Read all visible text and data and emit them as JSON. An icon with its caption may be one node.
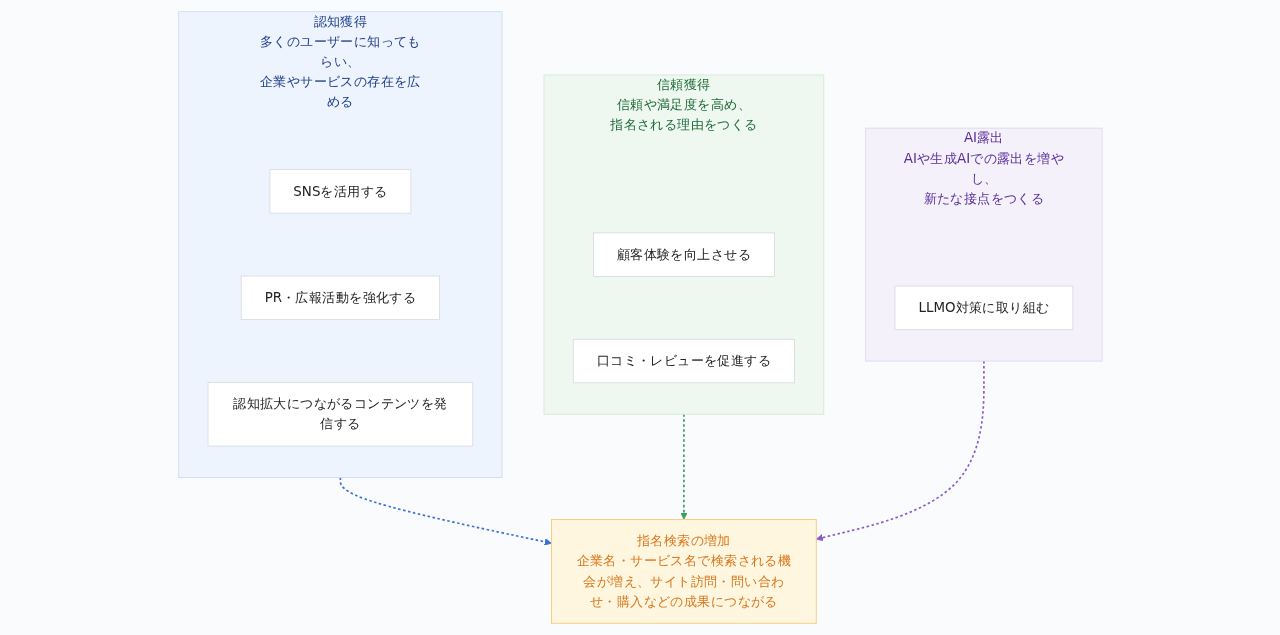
{
  "diagram": {
    "nodes": [
      {
        "text": [
          "認知獲得",
          "多くのユーザーに知ってもらい、企業やサービスの存在を広める"
        ]
      },
      {
        "text": [
          "SNSを活用する"
        ],
        "in": 0
      },
      {
        "text": [
          "PR・広報活動を強化する"
        ],
        "in": 0
      },
      {
        "text": [
          "認知拡大につながるコンテンツを発信する"
        ],
        "in": 0
      },
      {
        "text": [
          "信頼獲得",
          "信頼や満足度を高め、指名される理由をつくる"
        ]
      },
      {
        "text": [
          "顧客体験を向上させる"
        ],
        "in": 4
      },
      {
        "text": [
          "口コミ・レビューを促進する"
        ],
        "in": 4
      },
      {
        "text": [
          "AI露出",
          "AIや生成AIでの露出を増やし、新たな接点をつくる"
        ]
      },
      {
        "text": [
          "LLMO対策に取り組む"
        ],
        "in": 7
      },
      {
        "text": [
          "指名検索の増加",
          "企業名・サービス名で検索される機会が増え、サイト訪問・問い合わせ・購入などの成果につながる"
        ]
      }
    ],
    "edges": [
      {
        "from": 0,
        "to": 9,
        "arrow": "to",
        "style": "dashed",
        "color": "#3b6fd6"
      },
      {
        "from": 4,
        "to": 9,
        "arrow": "to",
        "style": "dashed",
        "color": "#3aa05a"
      },
      {
        "from": 7,
        "to": 9,
        "arrow": "to",
        "style": "dashed",
        "color": "#8a5cc7"
      }
    ]
  }
}
